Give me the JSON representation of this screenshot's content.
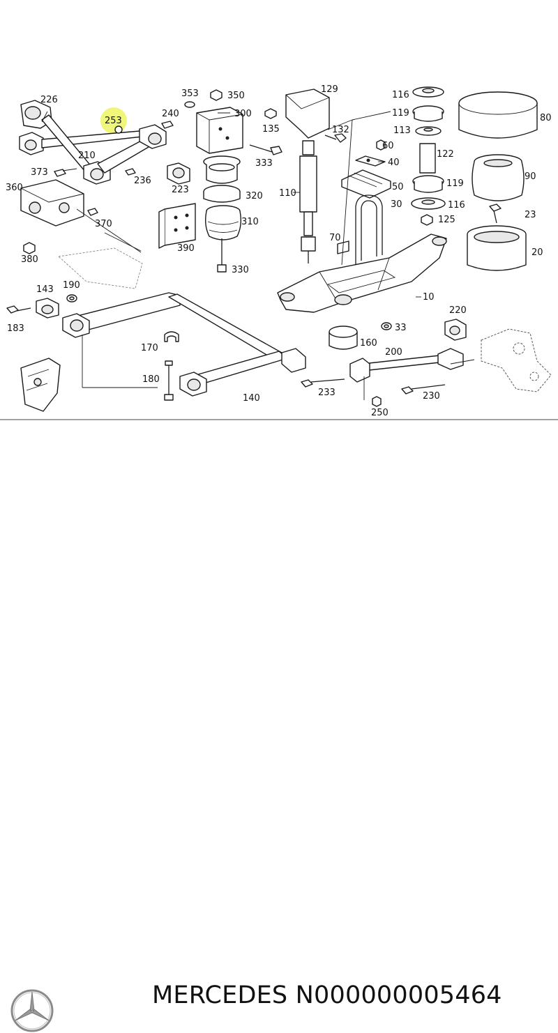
{
  "brand": {
    "name": "MERCEDES",
    "part_number": "N000000005464",
    "logo": "mercedes-star-icon"
  },
  "highlight": {
    "part": "253",
    "color": "#eef56a"
  },
  "labels": {
    "l226": "226",
    "l253": "253",
    "l240": "240",
    "l210": "210",
    "l373": "373",
    "l236": "236",
    "l223": "223",
    "l360": "360",
    "l370": "370",
    "l380": "380",
    "l353": "353",
    "l350": "350",
    "l300": "300",
    "l333": "333",
    "l320": "320",
    "l310": "310",
    "l390": "390",
    "l330": "330",
    "l129": "129",
    "l135": "135",
    "l132": "132",
    "l110": "110",
    "l116a": "116",
    "l119a": "119",
    "l113": "113",
    "l60": "60",
    "l122": "122",
    "l40": "40",
    "l50": "50",
    "l30": "30",
    "l119b": "119",
    "l116b": "116",
    "l125": "125",
    "l23": "23",
    "l80": "80",
    "l90": "90",
    "l20": "20",
    "l70": "70",
    "l10": "10",
    "l143": "143",
    "l190": "190",
    "l183": "183",
    "l170": "170",
    "l180": "180",
    "l140": "140",
    "l33": "33",
    "l160": "160",
    "l220": "220",
    "l200": "200",
    "l233": "233",
    "l230": "230",
    "l250": "250"
  }
}
